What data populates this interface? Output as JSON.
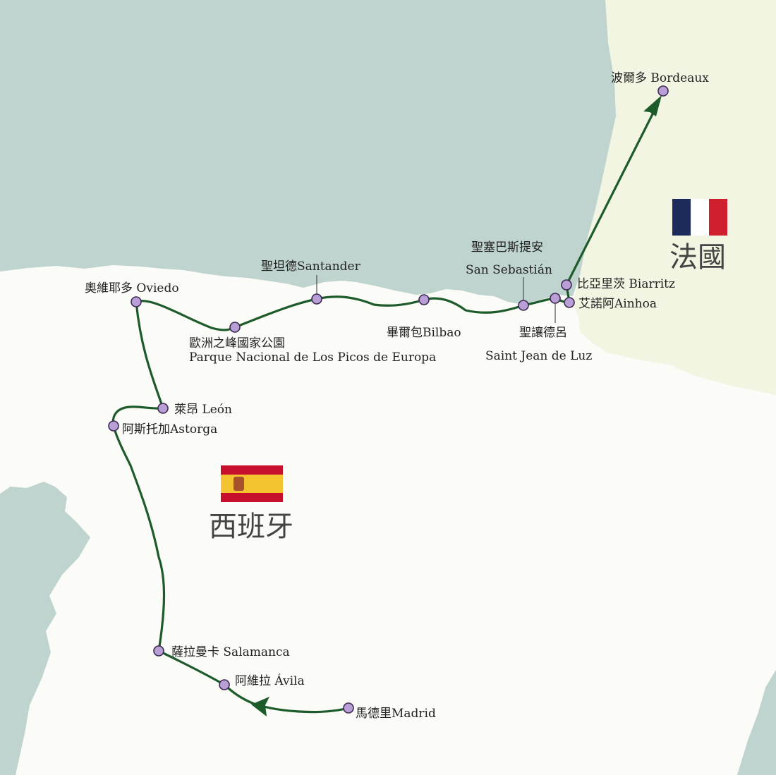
{
  "colors": {
    "sea": "#bfd4cf",
    "france_land": "#f1f5e1",
    "spain_land": "#fbfbf7",
    "route": "#1d5b2a",
    "stop_fill": "#b99fd6",
    "stop_stroke": "#3b2a52"
  },
  "countries": {
    "france": {
      "name": "法國",
      "flag_colors": [
        "#1c2b5a",
        "#ffffff",
        "#cf1f2e"
      ]
    },
    "spain": {
      "name": "西班牙",
      "flag_colors": [
        "#c8102e",
        "#f4c430",
        "#c8102e"
      ]
    }
  },
  "stops": [
    {
      "id": "madrid",
      "label": "馬德里Madrid"
    },
    {
      "id": "avila",
      "label": "阿維拉 Ávila"
    },
    {
      "id": "salamanca",
      "label": "薩拉曼卡 Salamanca"
    },
    {
      "id": "astorga",
      "label": "阿斯托加Astorga"
    },
    {
      "id": "leon",
      "label": "萊昂 León"
    },
    {
      "id": "oviedo",
      "label": "奧維耶多 Oviedo"
    },
    {
      "id": "picos",
      "label_zh": "歐洲之峰國家公園",
      "label_en": "Parque Nacional de Los Picos de Europa"
    },
    {
      "id": "santander",
      "label": "聖坦德Santander"
    },
    {
      "id": "bilbao",
      "label": "畢爾包Bilbao"
    },
    {
      "id": "san_sebastian",
      "label_zh": "聖塞巴斯提安",
      "label_en": "San Sebastián"
    },
    {
      "id": "saint_jean_de_luz",
      "label_zh": "聖讓德呂",
      "label_en": "Saint Jean de Luz"
    },
    {
      "id": "ainhoa",
      "label": "艾諾阿Ainhoa"
    },
    {
      "id": "biarritz",
      "label": "比亞里茨 Biarritz"
    },
    {
      "id": "bordeaux",
      "label": "波爾多 Bordeaux"
    }
  ]
}
